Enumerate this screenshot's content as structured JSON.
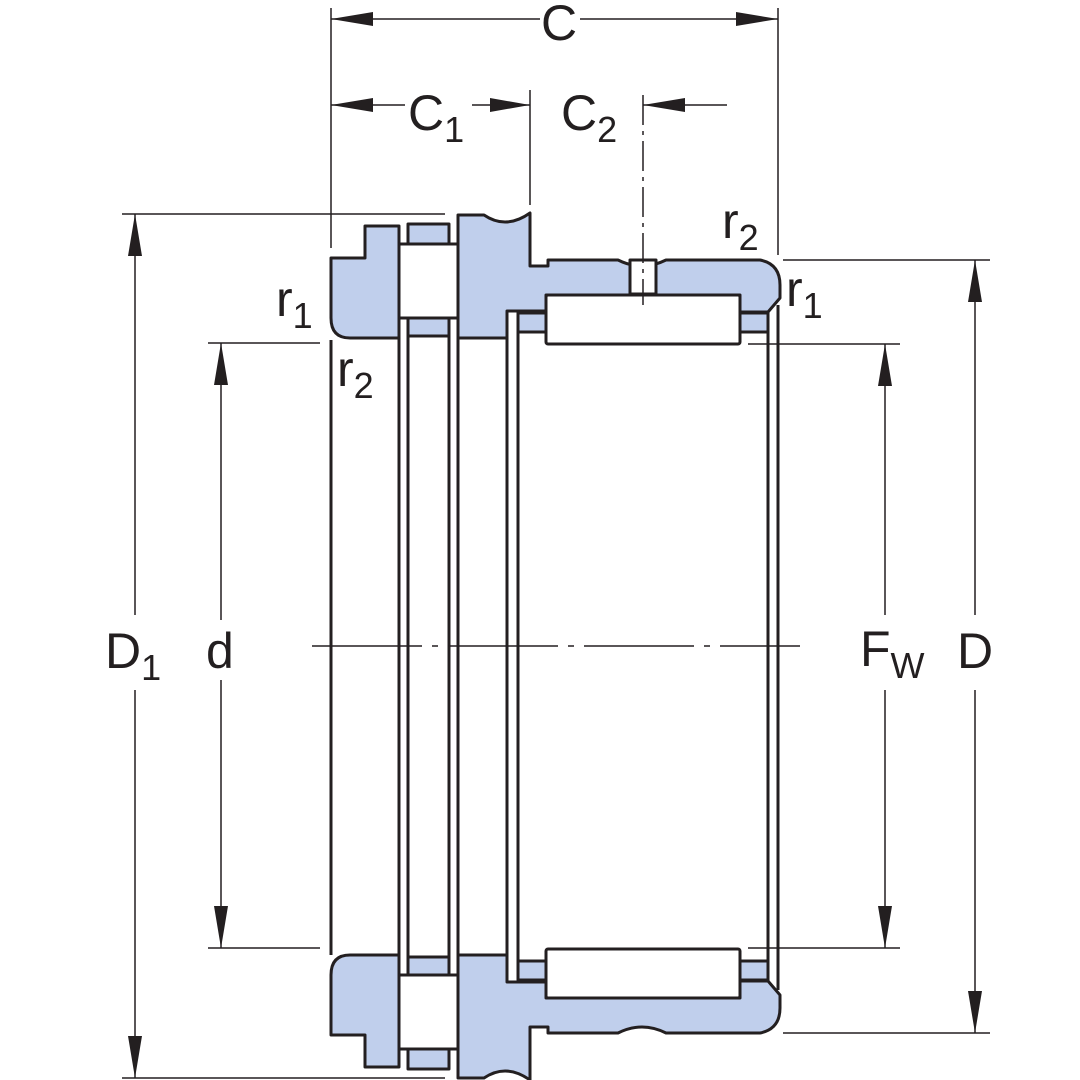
{
  "labels": {
    "C": "C",
    "C1": {
      "main": "C",
      "sub": "1"
    },
    "C2": {
      "main": "C",
      "sub": "2"
    },
    "D1": {
      "main": "D",
      "sub": "1"
    },
    "d": "d",
    "Fw": {
      "main": "F",
      "sub": "W"
    },
    "D": "D",
    "r1_left": {
      "main": "r",
      "sub": "1"
    },
    "r2_left": {
      "main": "r",
      "sub": "2"
    },
    "r2_right": {
      "main": "r",
      "sub": "2"
    },
    "r1_right": {
      "main": "r",
      "sub": "1"
    }
  },
  "colors": {
    "part_fill": "#c0cfec",
    "line": "#231f20",
    "background": "#ffffff"
  }
}
